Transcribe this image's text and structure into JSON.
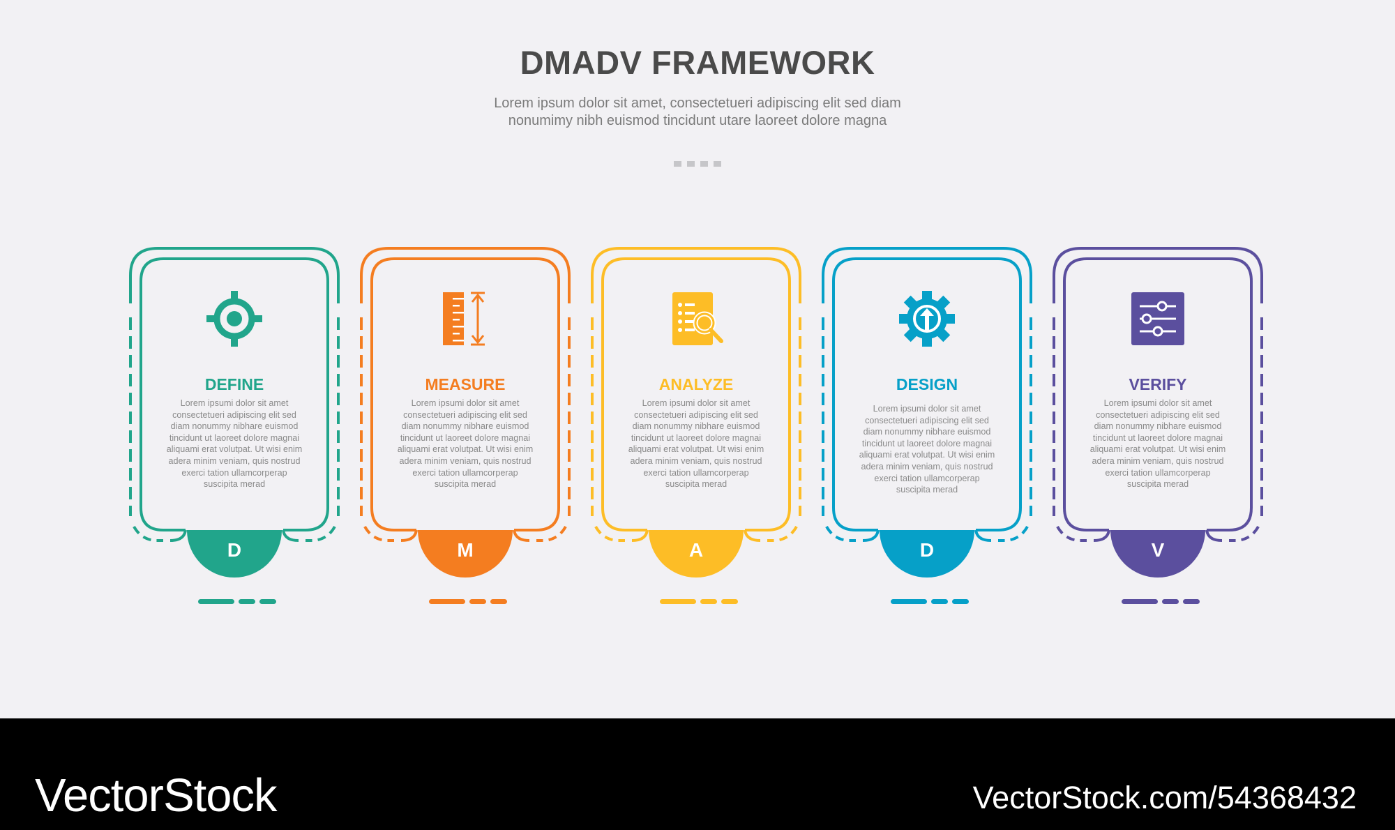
{
  "header": {
    "title": "DMADV FRAMEWORK",
    "subtitle": "Lorem ipsum dolor sit amet, consectetueri adipiscing elit sed diam nonumimy nibh euismod tincidunt utare laoreet dolore magna"
  },
  "steps": [
    {
      "title": "DEFINE",
      "letter": "D",
      "color": "#21a58b",
      "icon": "target-icon",
      "text": "Lorem ipsumi dolor sit amet consectetueri adipiscing elit sed diam nonummy nibhare euismod tincidunt ut laoreet dolore magnai aliquami erat volutpat. Ut wisi enim adera minim veniam, quis nostrud exerci tation ullamcorperap suscipita merad"
    },
    {
      "title": "MEASURE",
      "letter": "M",
      "color": "#f47d20",
      "icon": "ruler-icon",
      "text": "Lorem ipsumi dolor sit amet consectetueri adipiscing elit sed diam nonummy nibhare euismod tincidunt ut laoreet dolore magnai aliquami erat volutpat. Ut wisi enim adera minim veniam, quis nostrud exerci tation ullamcorperap suscipita merad"
    },
    {
      "title": "ANALYZE",
      "letter": "A",
      "color": "#fdbd26",
      "icon": "document-search-icon",
      "text": "Lorem ipsumi dolor sit amet consectetueri adipiscing elit sed diam nonummy nibhare euismod tincidunt ut laoreet dolore magnai aliquami erat volutpat. Ut wisi enim adera minim veniam, quis nostrud exerci tation ullamcorperap suscipita merad"
    },
    {
      "title": "DESIGN",
      "letter": "D",
      "color": "#06a0c8",
      "icon": "gear-upload-icon",
      "text": "Lorem ipsumi dolor sit amet consectetueri adipiscing elit sed diam nonummy nibhare euismod tincidunt ut laoreet dolore magnai aliquami erat volutpat. Ut wisi enim adera minim veniam, quis nostrud exerci tation ullamcorperap suscipita merad"
    },
    {
      "title": "VERIFY",
      "letter": "V",
      "color": "#5b4f9e",
      "icon": "sliders-icon",
      "text": "Lorem ipsumi dolor sit amet consectetueri adipiscing elit sed diam nonummy nibhare euismod tincidunt ut laoreet dolore magnai aliquami erat volutpat. Ut wisi enim adera minim veniam, quis nostrud exerci tation ullamcorperap suscipita merad"
    }
  ],
  "footer": {
    "brand": "VectorStock",
    "url": "VectorStock.com/54368432"
  }
}
